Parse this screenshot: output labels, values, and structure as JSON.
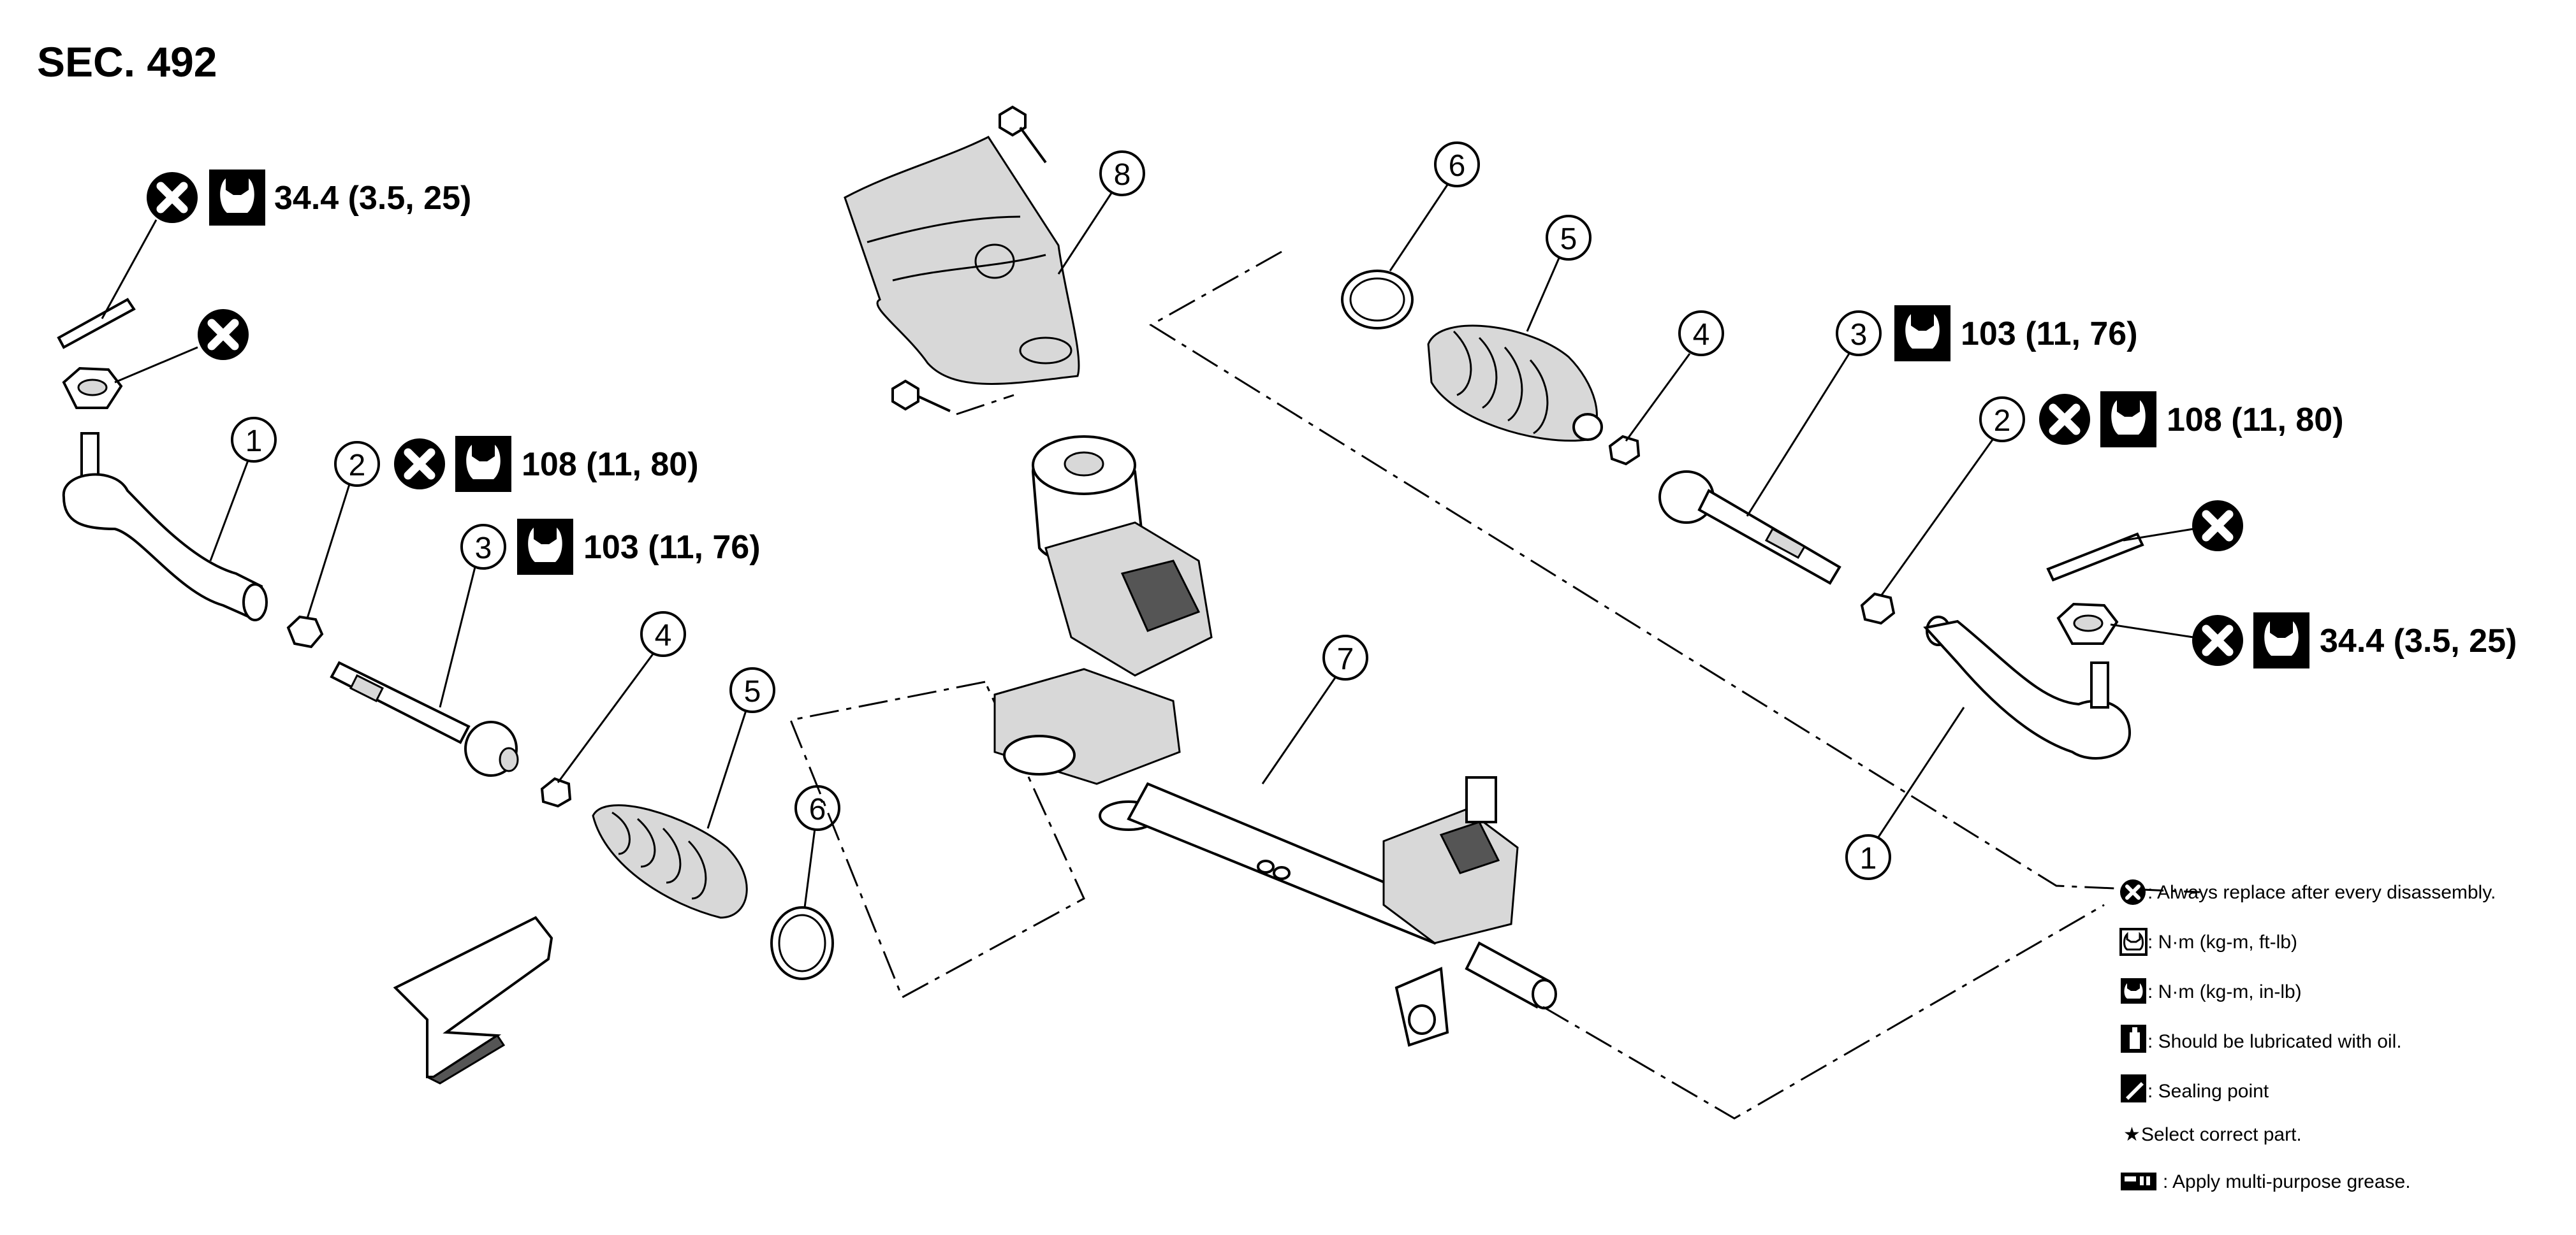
{
  "section_title": "SEC. 492",
  "torques": {
    "left_tie_rod_nut": "34.4 (3.5, 25)",
    "left_lock_nut": "108 (11, 80)",
    "left_inner_socket": "103 (11, 76)",
    "right_inner_socket": "103 (11, 76)",
    "right_lock_nut": "108 (11, 80)",
    "right_tie_rod_nut": "34.4 (3.5, 25)"
  },
  "callouts": {
    "left_1": "1",
    "left_2": "2",
    "left_3": "3",
    "left_4": "4",
    "left_5": "5",
    "left_6": "6",
    "center_7": "7",
    "center_8": "8",
    "right_6": "6",
    "right_5": "5",
    "right_4": "4",
    "right_3": "3",
    "right_2": "2",
    "right_1": "1"
  },
  "legend": [
    {
      "icon": "replace-icon",
      "text": ": Always replace after every disassembly."
    },
    {
      "icon": "torque-ftlb-icon",
      "text": ": N·m (kg-m, ft-lb)"
    },
    {
      "icon": "torque-inlb-icon",
      "text": ": N·m (kg-m, in-lb)"
    },
    {
      "icon": "oil-can-icon",
      "text": ": Should be lubricated with oil."
    },
    {
      "icon": "sealing-point-icon",
      "text": ": Sealing point"
    },
    {
      "icon": "star-icon",
      "text": " Select correct part."
    },
    {
      "icon": "grease-icon",
      "text": ": Apply multi-purpose grease."
    }
  ],
  "legend_star": "★"
}
